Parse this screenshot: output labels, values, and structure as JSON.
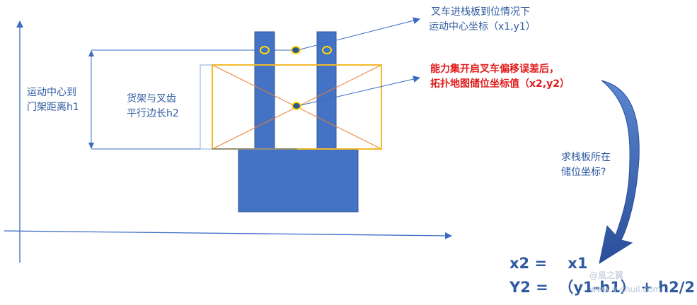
{
  "labels": {
    "top_right_line1": "叉车进栈板到位情况下",
    "top_right_line2": "运动中心坐标（x1,y1）",
    "red_line1": "能力集开启叉车偏移误差后，",
    "red_line2": "拓扑地图储位坐标值（x2,y2）",
    "left_line1": "运动中心到",
    "left_line2": "门架距离h1",
    "mid_line1": "货架与叉齿",
    "mid_line2": "平行边长h2",
    "question_line1": "求栈板所在",
    "question_line2": "储位坐标?"
  },
  "formulas": {
    "line1": "x2 =    x1",
    "line2": "Y2 =  （y1-h1） + h2/2"
  },
  "watermark": {
    "line1": "@風之翼",
    "line2": "www.v-chuil.com"
  },
  "colors": {
    "forklift_blue": "#4472c4",
    "rack_orange": "#f2b92b",
    "diagonal_orange": "#ed7d31",
    "marker_yellow": "#ffdd00",
    "text_blue": "#2f5aa0",
    "text_red": "#e11b1b",
    "arrow_blue": "#2f5aa0"
  }
}
